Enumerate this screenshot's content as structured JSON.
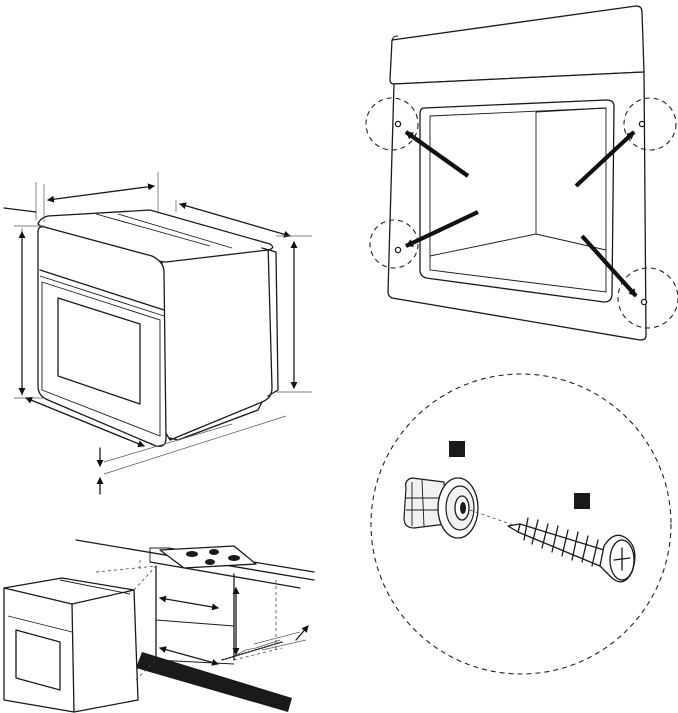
{
  "figures": {
    "oven_dimensions": {
      "view": "perspective"
    },
    "mounting_frame": {
      "arrow_count": 4,
      "highlight_circles": 4
    },
    "fixing_detail": {
      "markers": [
        {
          "id": "marker-1",
          "label": ""
        },
        {
          "id": "marker-2",
          "label": ""
        }
      ]
    },
    "cabinet_installation": {
      "view": "perspective"
    }
  }
}
